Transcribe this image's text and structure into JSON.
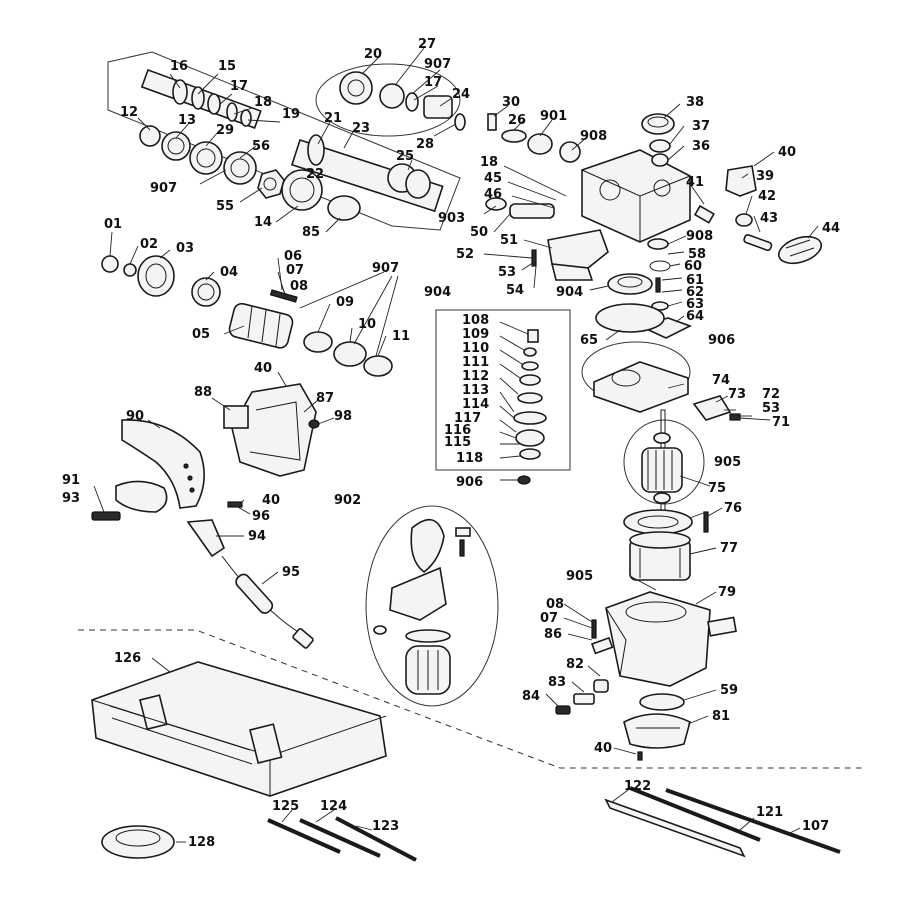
{
  "labels": {
    "l16": "16",
    "l15": "15",
    "l17a": "17",
    "l18a": "18",
    "l19": "19",
    "l12": "12",
    "l13": "13",
    "l29": "29",
    "l56": "56",
    "l907a": "907",
    "l55": "55",
    "l14": "14",
    "l22": "22",
    "l85": "85",
    "l21": "21",
    "l23": "23",
    "l25": "25",
    "l20": "20",
    "l27": "27",
    "l907b": "907",
    "l17b": "17",
    "l24": "24",
    "l28": "28",
    "l30": "30",
    "l26": "26",
    "l901": "901",
    "l908a": "908",
    "l18b": "18",
    "l45": "45",
    "l46": "46",
    "l903": "903",
    "l50": "50",
    "l51": "51",
    "l52": "52",
    "l53a": "53",
    "l54": "54",
    "l38": "38",
    "l37": "37",
    "l36": "36",
    "l40a": "40",
    "l39": "39",
    "l41": "41",
    "l42": "42",
    "l43": "43",
    "l44": "44",
    "l908b": "908",
    "l58": "58",
    "l60": "60",
    "l61": "61",
    "l62": "62",
    "l63": "63",
    "l64": "64",
    "l904a": "904",
    "l904b": "904",
    "l65": "65",
    "l906a": "906",
    "l74": "74",
    "l73": "73",
    "l72": "72",
    "l53b": "53",
    "l71": "71",
    "l905a": "905",
    "l75": "75",
    "l76": "76",
    "l77": "77",
    "l905b": "905",
    "l79": "79",
    "l08b": "08",
    "l07b": "07",
    "l86": "86",
    "l82": "82",
    "l83": "83",
    "l84": "84",
    "l59": "59",
    "l81": "81",
    "l40c": "40",
    "l01": "01",
    "l02": "02",
    "l03": "03",
    "l04": "04",
    "l06": "06",
    "l07a": "07",
    "l08a": "08",
    "l907c": "907",
    "l09": "09",
    "l10": "10",
    "l11": "11",
    "l05": "05",
    "l108": "108",
    "l109": "109",
    "l110": "110",
    "l111": "111",
    "l112": "112",
    "l113": "113",
    "l114": "114",
    "l117": "117",
    "l116": "116",
    "l115": "115",
    "l118": "118",
    "l906b": "906",
    "l40b": "40",
    "l88": "88",
    "l87": "87",
    "l98": "98",
    "l90": "90",
    "l91": "91",
    "l93": "93",
    "l40d": "40",
    "l96": "96",
    "l94": "94",
    "l95": "95",
    "l902": "902",
    "l126": "126",
    "l125": "125",
    "l124": "124",
    "l123": "123",
    "l128": "128",
    "l122": "122",
    "l121": "121",
    "l107": "107"
  }
}
